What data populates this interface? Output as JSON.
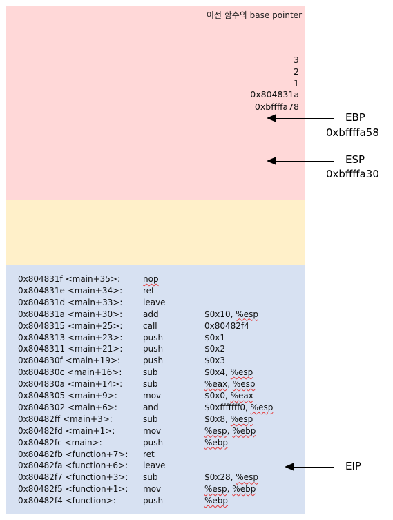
{
  "stack": {
    "note": "이전 함수의 base pointer",
    "values": [
      "3",
      "2",
      "1",
      "0x804831a",
      "0xbffffa78"
    ]
  },
  "pointers": {
    "ebp": {
      "name": "EBP",
      "address": "0xbffffa58"
    },
    "esp": {
      "name": "ESP",
      "address": "0xbffffa30"
    },
    "eip": {
      "name": "EIP"
    }
  },
  "instructions": [
    {
      "address": "0x804831f <main+35>:",
      "mnemonic": "nop",
      "operands": ""
    },
    {
      "address": "0x804831e <main+34>:",
      "mnemonic": "ret",
      "operands": ""
    },
    {
      "address": "0x804831d <main+33>:",
      "mnemonic": "leave",
      "operands": ""
    },
    {
      "address": "0x804831a <main+30>:",
      "mnemonic": "add",
      "operands": "$0x10, %esp"
    },
    {
      "address": "0x8048315 <main+25>:",
      "mnemonic": "call",
      "operands": "0x80482f4"
    },
    {
      "address": "0x8048313 <main+23>:",
      "mnemonic": "push",
      "operands": "$0x1"
    },
    {
      "address": "0x8048311 <main+21>:",
      "mnemonic": "push",
      "operands": "$0x2"
    },
    {
      "address": "0x804830f  <main+19>:",
      "mnemonic": "push",
      "operands": "$0x3"
    },
    {
      "address": "0x804830c <main+16>:",
      "mnemonic": "sub",
      "operands": "$0x4, %esp"
    },
    {
      "address": "0x804830a <main+14>:",
      "mnemonic": "sub",
      "operands": "%eax, %esp"
    },
    {
      "address": "0x8048305 <main+9>:",
      "mnemonic": "mov",
      "operands": "$0x0, %eax"
    },
    {
      "address": "0x8048302 <main+6>:",
      "mnemonic": "and",
      "operands": "$0xfffffff0, %esp"
    },
    {
      "address": "0x80482ff  <main+3>:",
      "mnemonic": "sub",
      "operands": "$0x8, %esp"
    },
    {
      "address": "0x80482fd <main+1>:",
      "mnemonic": "mov",
      "operands": "%esp, %ebp"
    },
    {
      "address": "0x80482fc <main>:",
      "mnemonic": "push",
      "operands": "%ebp"
    },
    {
      "address": "0x80482fb <function+7>:",
      "mnemonic": "ret",
      "operands": ""
    },
    {
      "address": "0x80482fa <function+6>:",
      "mnemonic": "leave",
      "operands": ""
    },
    {
      "address": "0x80482f7  <function+3>:",
      "mnemonic": "sub",
      "operands": "$0x28, %esp"
    },
    {
      "address": "0x80482f5  <function+1>:",
      "mnemonic": "mov",
      "operands": "%esp, %ebp"
    },
    {
      "address": "0x80482f4  <function>:",
      "mnemonic": "push",
      "operands": "%ebp"
    }
  ]
}
